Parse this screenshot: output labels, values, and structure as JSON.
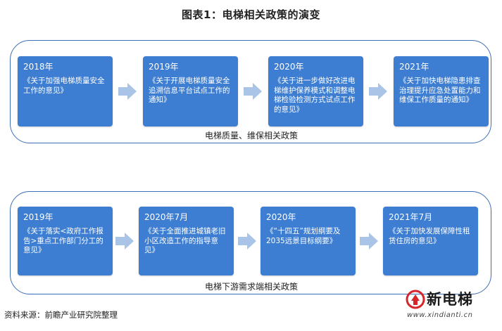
{
  "title": "图表1：电梯相关政策的演变",
  "groups": [
    {
      "caption": "电梯质量、维保相关政策",
      "items": [
        {
          "year": "2018年",
          "text": "《关于加强电梯质量安全工作的意见》"
        },
        {
          "year": "2019年",
          "text": "《关于开展电梯质量安全追溯信息平台试点工作的通知》"
        },
        {
          "year": "2020年",
          "text": "《关于进一步做好改进电梯维护保养模式和调整电梯检验检测方式试点工作的意见》"
        },
        {
          "year": "2021年",
          "text": "《关于加快电梯隐患排查治理提升应急处置能力和维保工作质量的通知》"
        }
      ]
    },
    {
      "caption": "电梯下游需求端相关政策",
      "items": [
        {
          "year": "2019年",
          "text": "《关于落实<政府工作报告>重点工作部门分工的意见》"
        },
        {
          "year": "2020年7月",
          "text": "《关于全面推进城镇老旧小区改造工作的指导意见》"
        },
        {
          "year": "2020年",
          "text": "《“十四五”规划纲要及2035远景目标纲要》"
        },
        {
          "year": "2021年7月",
          "text": "《关于加快发展保障性租赁住房的意见》"
        }
      ]
    }
  ],
  "source": "资料来源：前瞻产业研究院整理",
  "logo": {
    "name": "新电梯",
    "url": "www.xindianti.cn"
  },
  "colors": {
    "card": "#3d7ed2",
    "arrow": "#a9c4e6",
    "border": "#3d6fb6"
  }
}
